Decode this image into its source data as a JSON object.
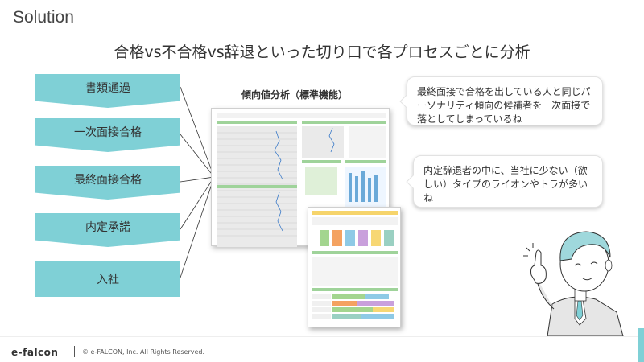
{
  "slide": {
    "section_label": "Solution",
    "headline": "合格vs不合格vs辞退といった切り口で各プロセスごとに分析"
  },
  "stages": [
    {
      "label": "書類通過"
    },
    {
      "label": "一次面接合格"
    },
    {
      "label": "最終面接合格"
    },
    {
      "label": "内定承諾"
    },
    {
      "label": "入社"
    }
  ],
  "report": {
    "title": "傾向値分析（標準機能）"
  },
  "bubbles": {
    "first": "最終面接で合格を出している人と同じパーソナリティ傾向の候補者を一次面接で落としてしまっているね",
    "second": "内定辞退者の中に、当社に少ない（欲しい）タイプのライオンやトラが多いね"
  },
  "footer": {
    "brand": "e-falcon",
    "copyright": "© e-FALCON, Inc. All Rights Reserved."
  },
  "colors": {
    "stage_fill": "#7fd0d6",
    "accent": "#7fd0d6"
  },
  "icons": {
    "illustration": "pointing-person-illustration"
  }
}
